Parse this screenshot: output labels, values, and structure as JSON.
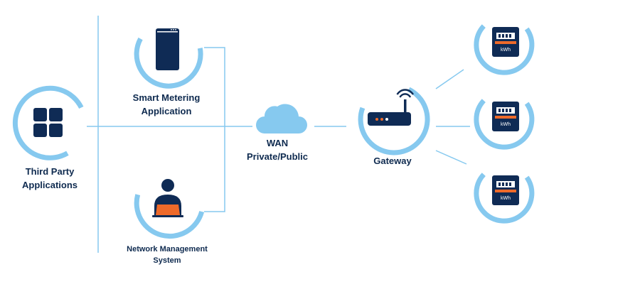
{
  "nodes": {
    "third_party": {
      "label": [
        "Third Party",
        "Applications"
      ],
      "icon": "grid-apps-icon"
    },
    "smart_metering": {
      "label": [
        "Smart Metering",
        "Application"
      ],
      "icon": "server-icon"
    },
    "nms": {
      "label": [
        "Network Management",
        "System"
      ],
      "icon": "operator-laptop-icon"
    },
    "wan": {
      "label": [
        "WAN",
        "Private/Public"
      ],
      "icon": "cloud-icon"
    },
    "gateway": {
      "label": [
        "Gateway"
      ],
      "icon": "router-icon"
    },
    "meters": [
      {
        "unit": "kWh",
        "icon": "electric-meter-icon"
      },
      {
        "unit": "kWh",
        "icon": "electric-meter-icon"
      },
      {
        "unit": "kWh",
        "icon": "electric-meter-icon"
      }
    ]
  },
  "colors": {
    "ring": "#86c9ef",
    "navy": "#0f2b55",
    "accent": "#ee6a2a",
    "text": "#0e2a4f"
  }
}
